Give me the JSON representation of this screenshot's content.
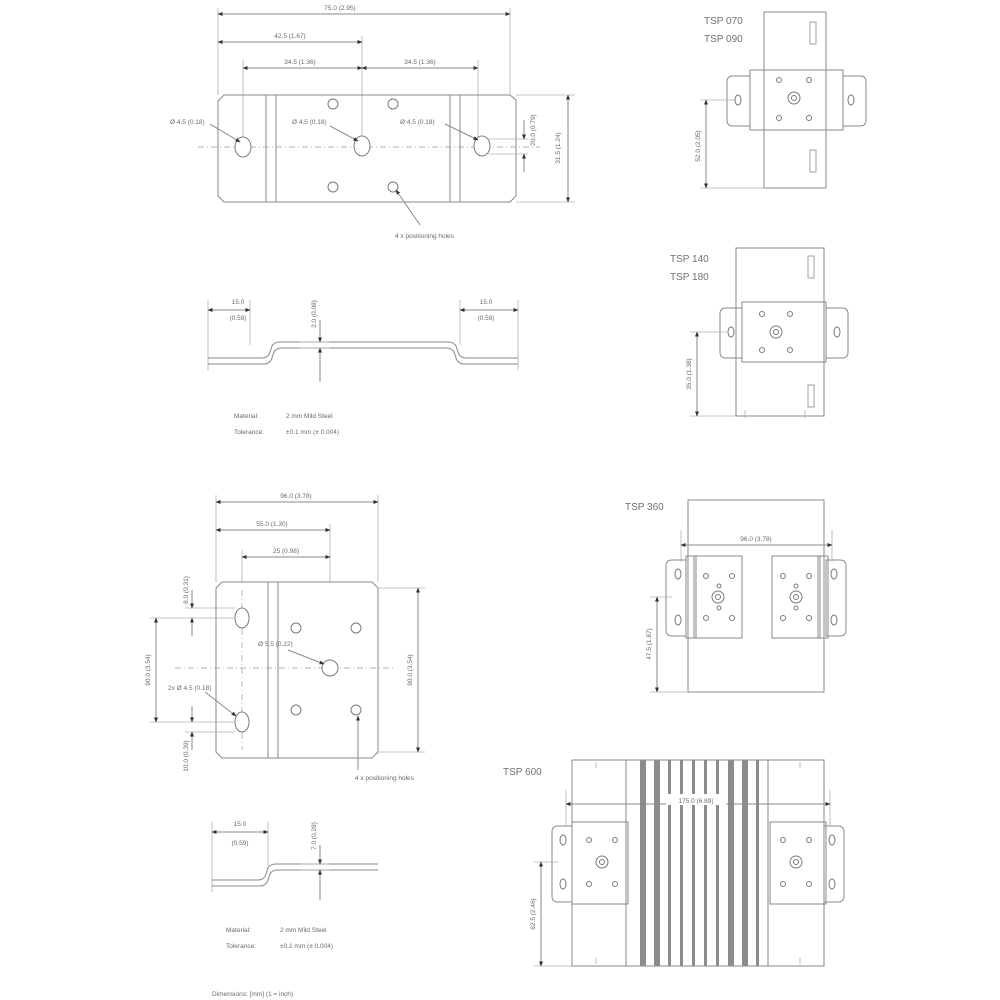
{
  "plate1": {
    "dim_overall": "75.0 (2.95)",
    "dim_to_center": "42.5 (1.67)",
    "dim_left_pitch": "34.5 (1.36)",
    "dim_right_pitch": "34.5 (1.36)",
    "hole_left": "Ø 4.5 (0.18)",
    "hole_center": "Ø 4.5 (0.18)",
    "hole_right": "Ø 4.5 (0.18)",
    "dim_right_small": "20.0 (0.79)",
    "dim_height": "31.5 (1.24)",
    "mounting_holes_note": "4 x positioning holes",
    "side_left": "15.0",
    "side_left_sub": "(0.59)",
    "side_right": "15.0",
    "side_right_sub": "(0.59)",
    "side_height": "2.0 (0.08)",
    "material_label": "Material:",
    "material_value": "2 mm Mild Steel",
    "tolerance_label": "Tolerance:",
    "tolerance_value": "±0.1 mm (± 0.004)"
  },
  "plate2": {
    "dim_overall": "96.0 (3.78)",
    "dim_mid": "55.0 (1.30)",
    "dim_small": "25 (0.98)",
    "dim_top_offset": "8.0 (0.31)",
    "dim_vertical_pitch": "90.0 (3.54)",
    "hole_center": "Ø 5.5 (0.22)",
    "hole_left": "2x Ø 4.5 (0.18)",
    "dim_bottom_offset": "10.0 (0.39)",
    "dim_height": "90.0 (3.54)",
    "mounting_holes_note": "4 x positioning holes",
    "side_left": "15.0",
    "side_left_sub": "(0.59)",
    "side_height": "7.0 (0.28)",
    "material_label": "Material:",
    "material_value": "2 mm Mild Steel",
    "tolerance_label": "Tolerance:",
    "tolerance_value": "±0.1 mm (± 0.004)",
    "dimensions_note": "Dimensions: [mm] (1 = inch)"
  },
  "tsp070": {
    "title_1": "TSP 070",
    "title_2": "TSP 090",
    "dim_vertical": "52.0 (2.05)"
  },
  "tsp140": {
    "title_1": "TSP 140",
    "title_2": "TSP 180",
    "dim_vertical": "35.0 (1.38)"
  },
  "tsp360": {
    "title": "TSP 360",
    "dim_horizontal": "96.0 (3.78)",
    "dim_vertical": "47.5 (1.87)"
  },
  "tsp600": {
    "title": "TSP 600",
    "dim_horizontal": "175.0 (6.89)",
    "dim_vertical": "62.5 (2.46)"
  }
}
